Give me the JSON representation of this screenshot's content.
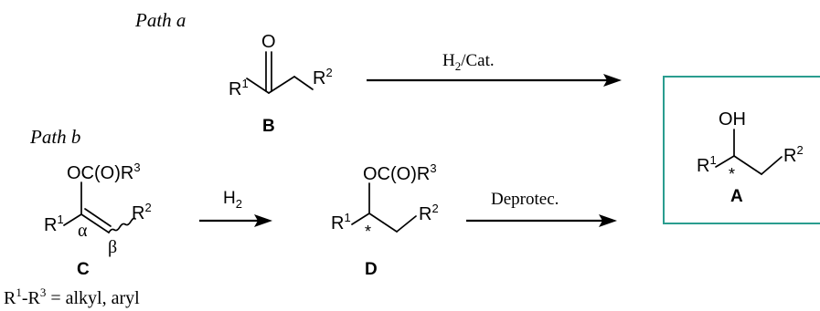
{
  "scheme": {
    "path_a_label": "Path a",
    "path_b_label": "Path b",
    "path_a_reagent_main": "H",
    "path_a_reagent_sub": "2",
    "path_a_reagent_rest": "/Cat.",
    "step1_reagent_main": "H",
    "step1_reagent_sub": "2",
    "step2_reagent": "Deprotec.",
    "box_color": "#2a9d8f"
  },
  "compounds": {
    "B": {
      "label": "B",
      "oxygen": "O",
      "r1": "R",
      "r1_sup": "1",
      "r2": "R",
      "r2_sup": "2"
    },
    "A": {
      "label": "A",
      "oh": "OH",
      "r1": "R",
      "r1_sup": "1",
      "r2": "R",
      "r2_sup": "2",
      "stereo": "*"
    },
    "C": {
      "label": "C",
      "ester_main": "OC(O)R",
      "ester_sup": "3",
      "r1": "R",
      "r1_sup": "1",
      "r2": "R",
      "r2_sup": "2",
      "alpha": "α",
      "beta": "β"
    },
    "D": {
      "label": "D",
      "ester_main": "OC(O)R",
      "ester_sup": "3",
      "r1": "R",
      "r1_sup": "1",
      "r2": "R",
      "r2_sup": "2",
      "stereo": "*"
    }
  },
  "footnote": {
    "r_a": "R",
    "r_a_sup": "1",
    "dash": "-R",
    "r_b_sup": "3",
    "rest": " = alkyl, aryl"
  }
}
